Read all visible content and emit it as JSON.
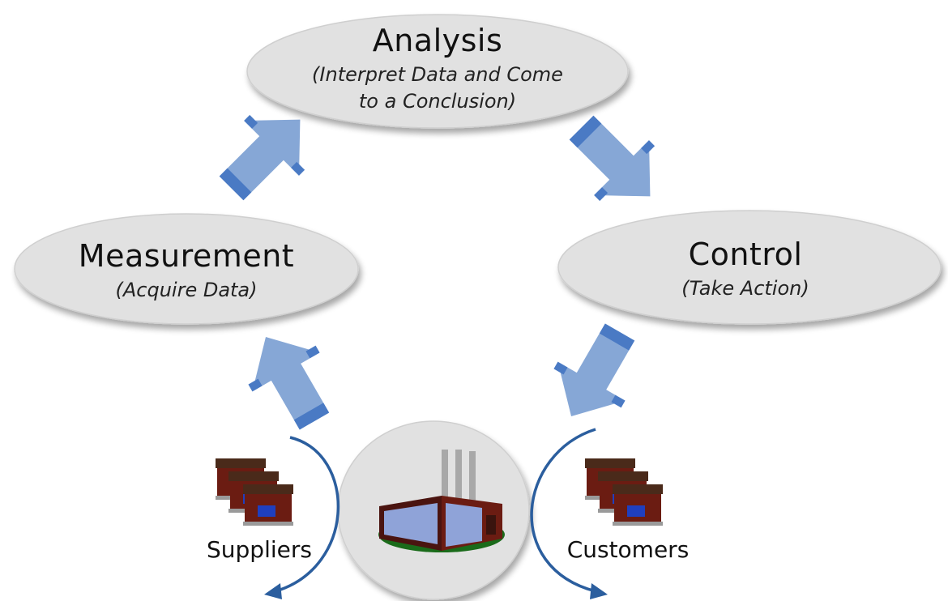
{
  "colors": {
    "ellipse_fill": "#e1e1e1",
    "ellipse_stroke": "#cfcfcf",
    "arrow_fill": "#86a7d6",
    "arrow_stripe": "#4a7ac4",
    "cycle_arrow": "#2b5e9e",
    "building_brick": "#6b1c12",
    "building_roof": "#4a2a1a",
    "factory_glass": "#8fa3d8",
    "factory_ground": "#1a6b1a"
  },
  "nodes": {
    "analysis": {
      "title": "Analysis",
      "subtitle_line1": "(Interpret Data and Come",
      "subtitle_line2": "to a Conclusion)"
    },
    "measurement": {
      "title": "Measurement",
      "subtitle": "(Acquire Data)"
    },
    "control": {
      "title": "Control",
      "subtitle": "(Take Action)"
    }
  },
  "parties": {
    "suppliers": "Suppliers",
    "customers": "Customers"
  },
  "icons": {
    "factory": "factory-icon",
    "supplier_buildings": "buildings-icon",
    "customer_buildings": "buildings-icon"
  }
}
